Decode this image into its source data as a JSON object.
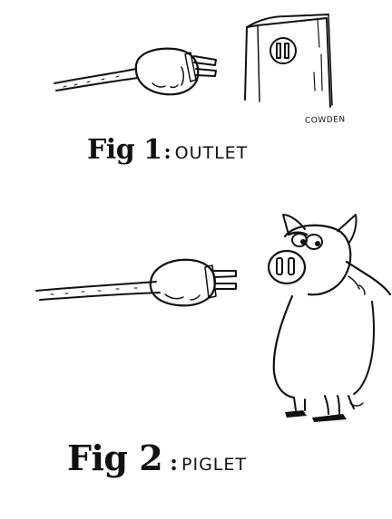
{
  "panel_1": {
    "figure_label": "Fig 1",
    "separator": ":",
    "word": "OUTLET"
  },
  "panel_2": {
    "figure_label": "Fig 2",
    "separator": ":",
    "word": "PIGLET"
  },
  "signature": "COWDEN",
  "colors": {
    "ink": "#111111",
    "paper": "#ffffff"
  },
  "icons": [
    "plug-icon",
    "wall-outlet-icon",
    "pig-icon"
  ]
}
